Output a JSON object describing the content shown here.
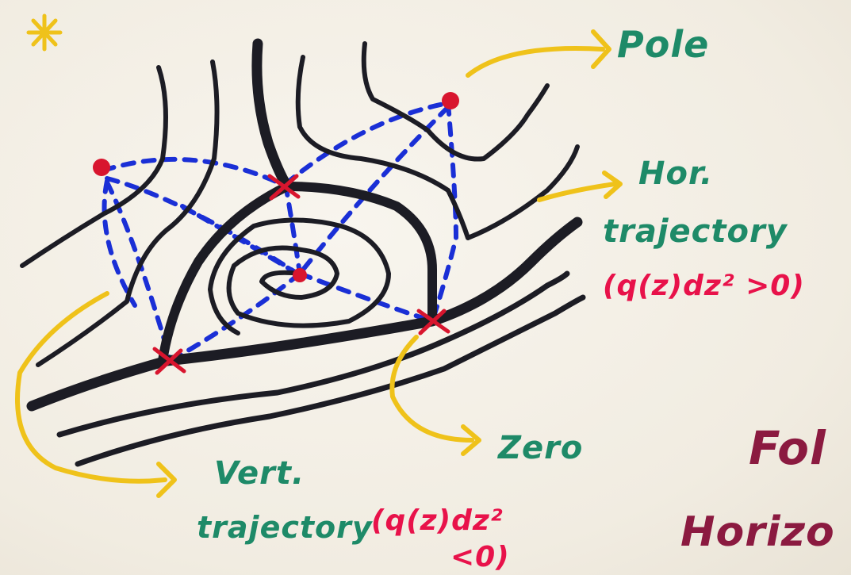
{
  "labels": {
    "pole": "Pole",
    "hor_line1": "Hor.",
    "hor_line2": "trajectory",
    "hor_condition": "(q(z)dz² >0)",
    "zero": "Zero",
    "vert_line1": "Vert.",
    "vert_line2": "trajectory",
    "vert_condition_line1": "(q(z)dz²",
    "vert_condition_line2": "<0)",
    "title_line1": "Fol",
    "title_line2": "Horizo"
  },
  "colors": {
    "ink_black": "#1c1c24",
    "ink_blue": "#1a2fd6",
    "ink_yellow": "#efc21a",
    "ink_green": "#1e8a68",
    "ink_red": "#e8124a",
    "ink_maroon": "#8b1a40",
    "marker_red": "#d8152e"
  },
  "icons": {
    "corner_mark": "asterisk-icon",
    "arrowhead": "arrow-right-icon"
  }
}
